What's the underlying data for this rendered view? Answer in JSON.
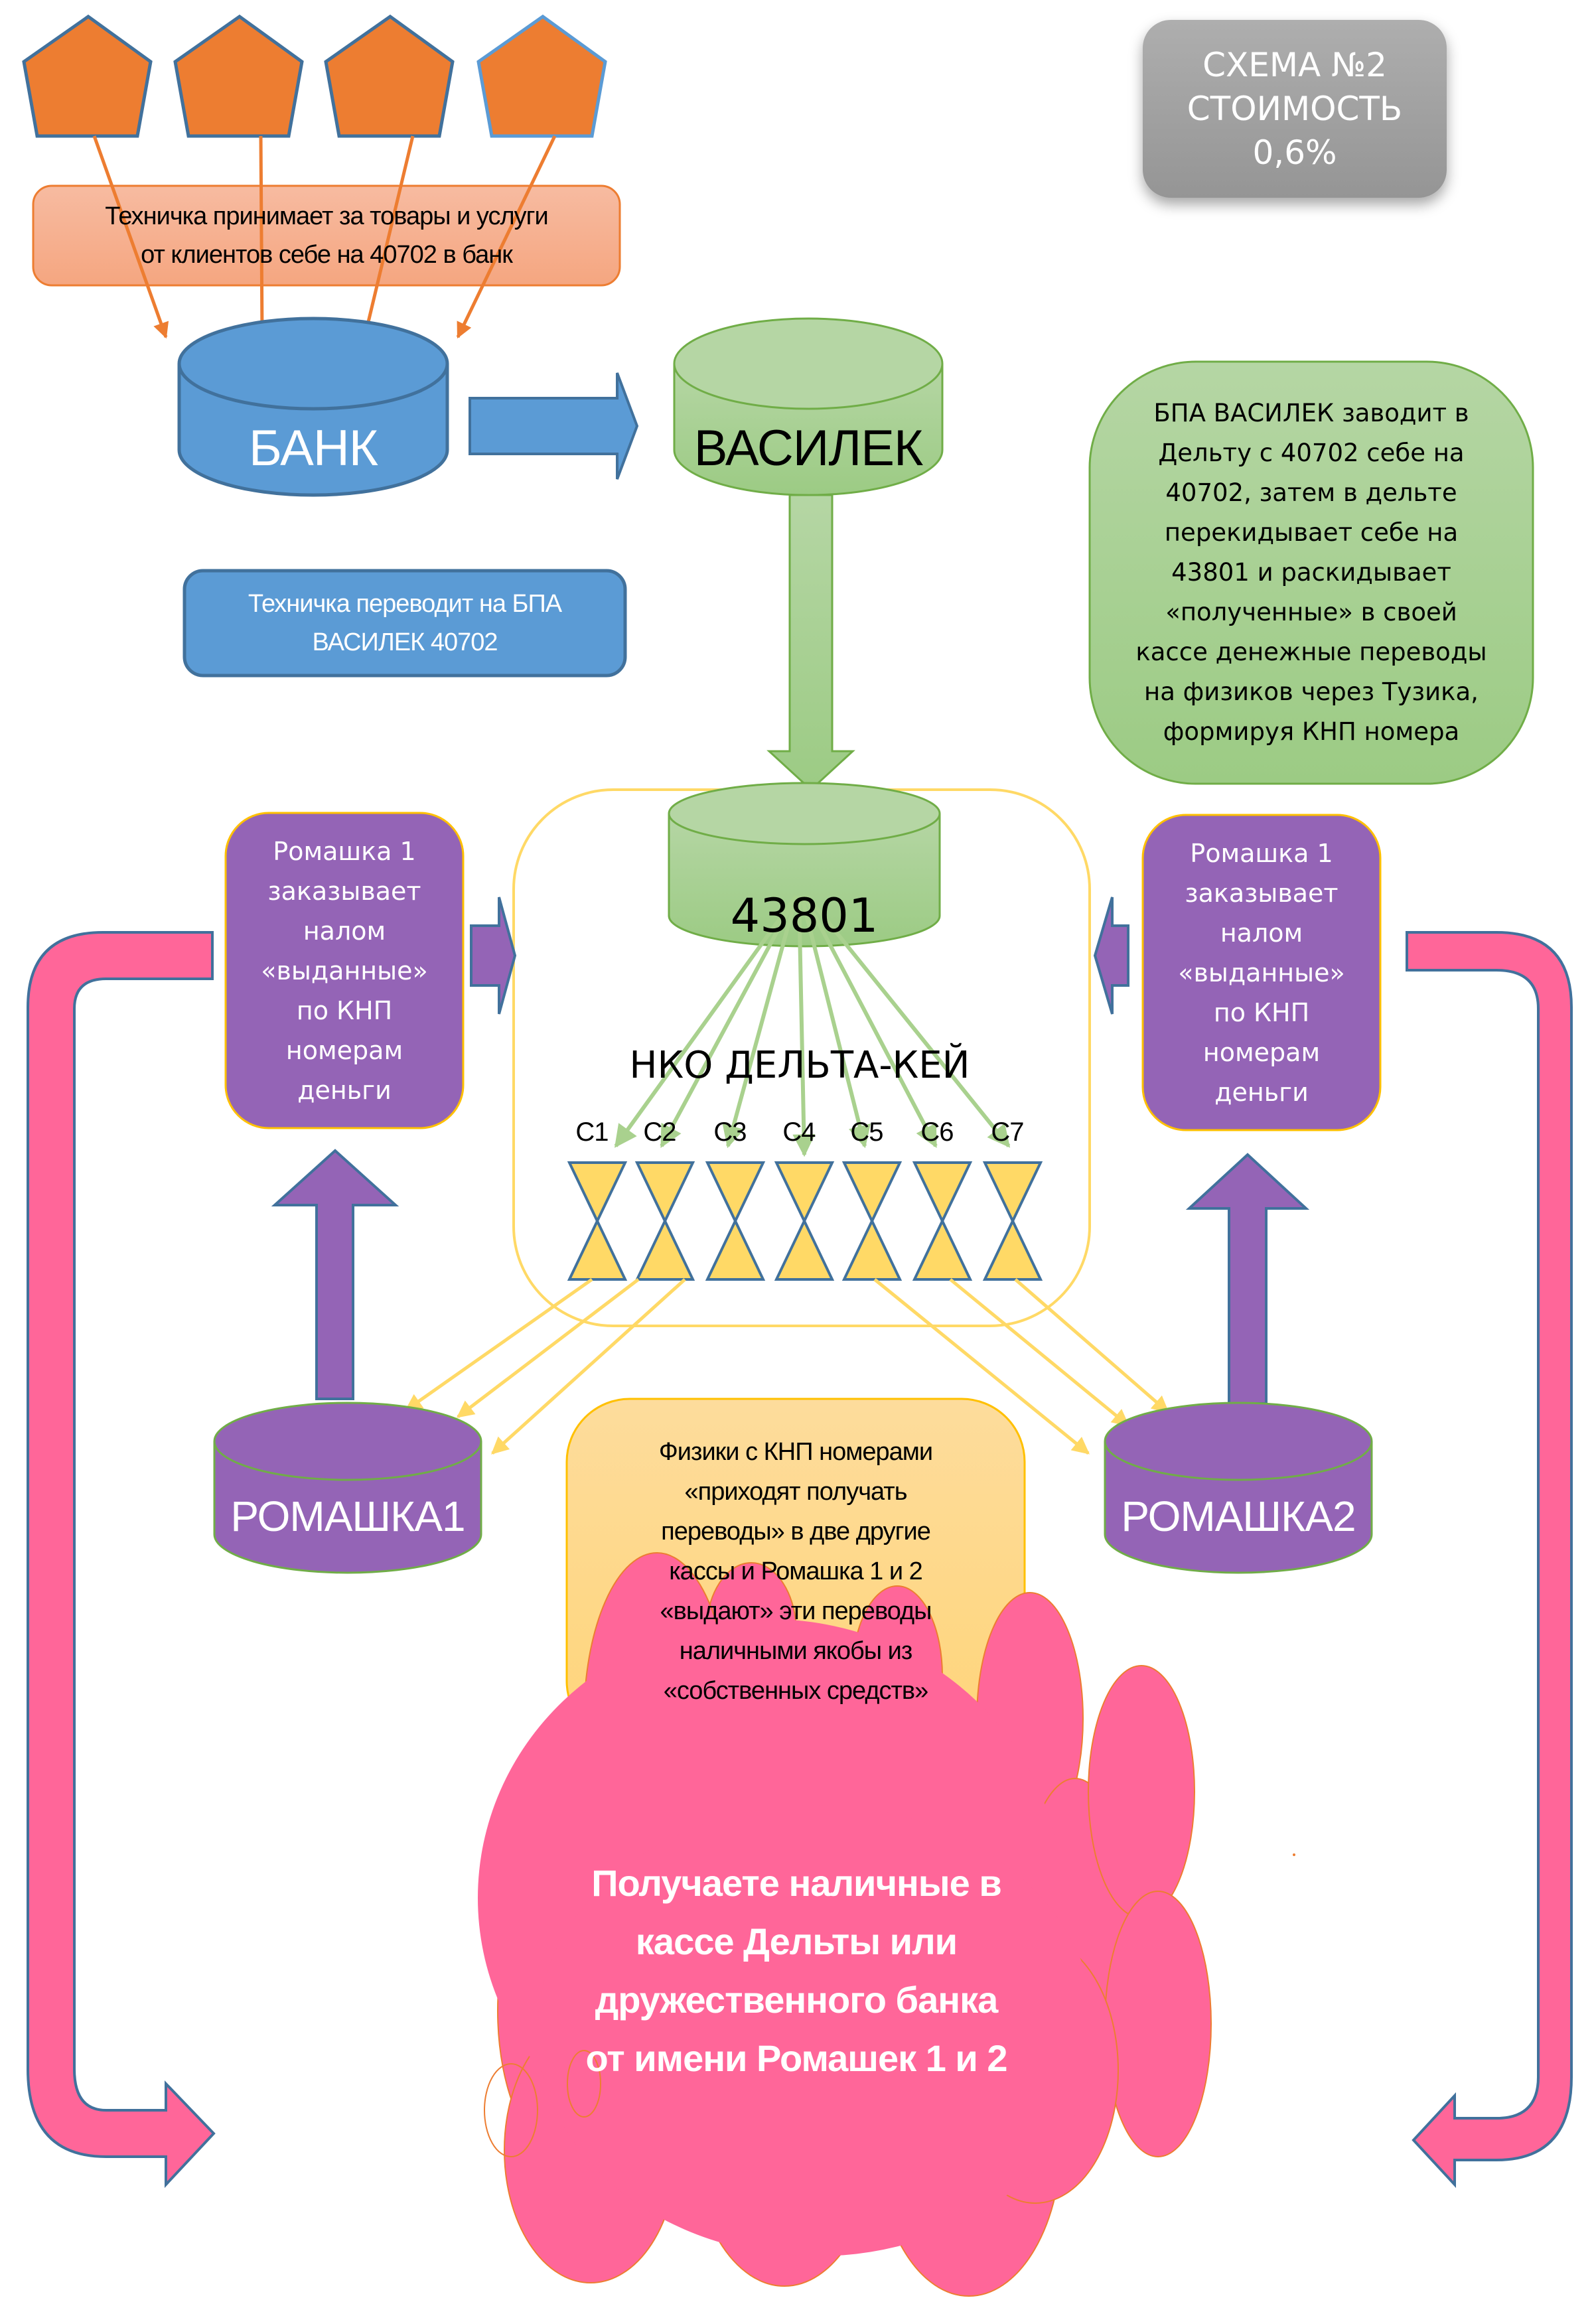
{
  "scheme_badge": {
    "line1": "СХЕМА №2",
    "line2": "СТОИМОСТЬ",
    "line3": "0,6%"
  },
  "clients_note": {
    "line1": "Техничка  принимает за товары и услуги",
    "line2": "от клиентов себе на 40702 в банк"
  },
  "nodes": {
    "bank": "БАНК",
    "vasilek": "ВАСИЛЕК",
    "account_43801": "43801",
    "nko_title": "НКО ДЕЛЬТА-КЕЙ",
    "romashka1": "РОМАШКА1",
    "romashka2": "РОМАШКА2"
  },
  "transfer_note": {
    "line1": "Техничка переводит на БПА",
    "line2": "ВАСИЛЕК 40702"
  },
  "vasilek_note": [
    "БПА ВАСИЛЕК заводит в",
    "Дельту с 40702 себе на",
    "40702, затем в дельте",
    "перекидывает себе на",
    "43801 и раскидывает",
    "«полученные» в своей",
    "кассе денежные переводы",
    "на физиков через Тузика,",
    "формируя КНП номера"
  ],
  "romashka_order_left": [
    "Ромашка 1",
    "заказывает",
    "налом",
    "«выданные»",
    "по КНП",
    "номерам",
    "деньги"
  ],
  "romashka_order_right": [
    "Ромашка 1",
    "заказывает",
    "налом",
    "«выданные»",
    "по КНП",
    "номерам",
    "деньги"
  ],
  "cash_desks": [
    "C1",
    "C2",
    "C3",
    "C4",
    "C5",
    "C6",
    "C7"
  ],
  "individuals_note": [
    "Физики с КНП номерами",
    "«приходят получать",
    "переводы» в две другие",
    "кассы и Ромашка 1 и 2",
    "«выдают» эти переводы",
    "наличными якобы из",
    "«собственных средств»"
  ],
  "result_cloud": [
    "Получаете наличные в",
    "кассе Дельты или",
    "дружественного банка",
    "от имени Ромашек 1 и 2"
  ],
  "colors": {
    "orange": "#ED7D31",
    "blue": "#5B9BD5",
    "green": "#A9D18E",
    "purple": "#9464B6",
    "yellow": "#FFD966",
    "pink": "#FF6699",
    "gray": "#A5A5A5",
    "outline": "#41719C"
  }
}
